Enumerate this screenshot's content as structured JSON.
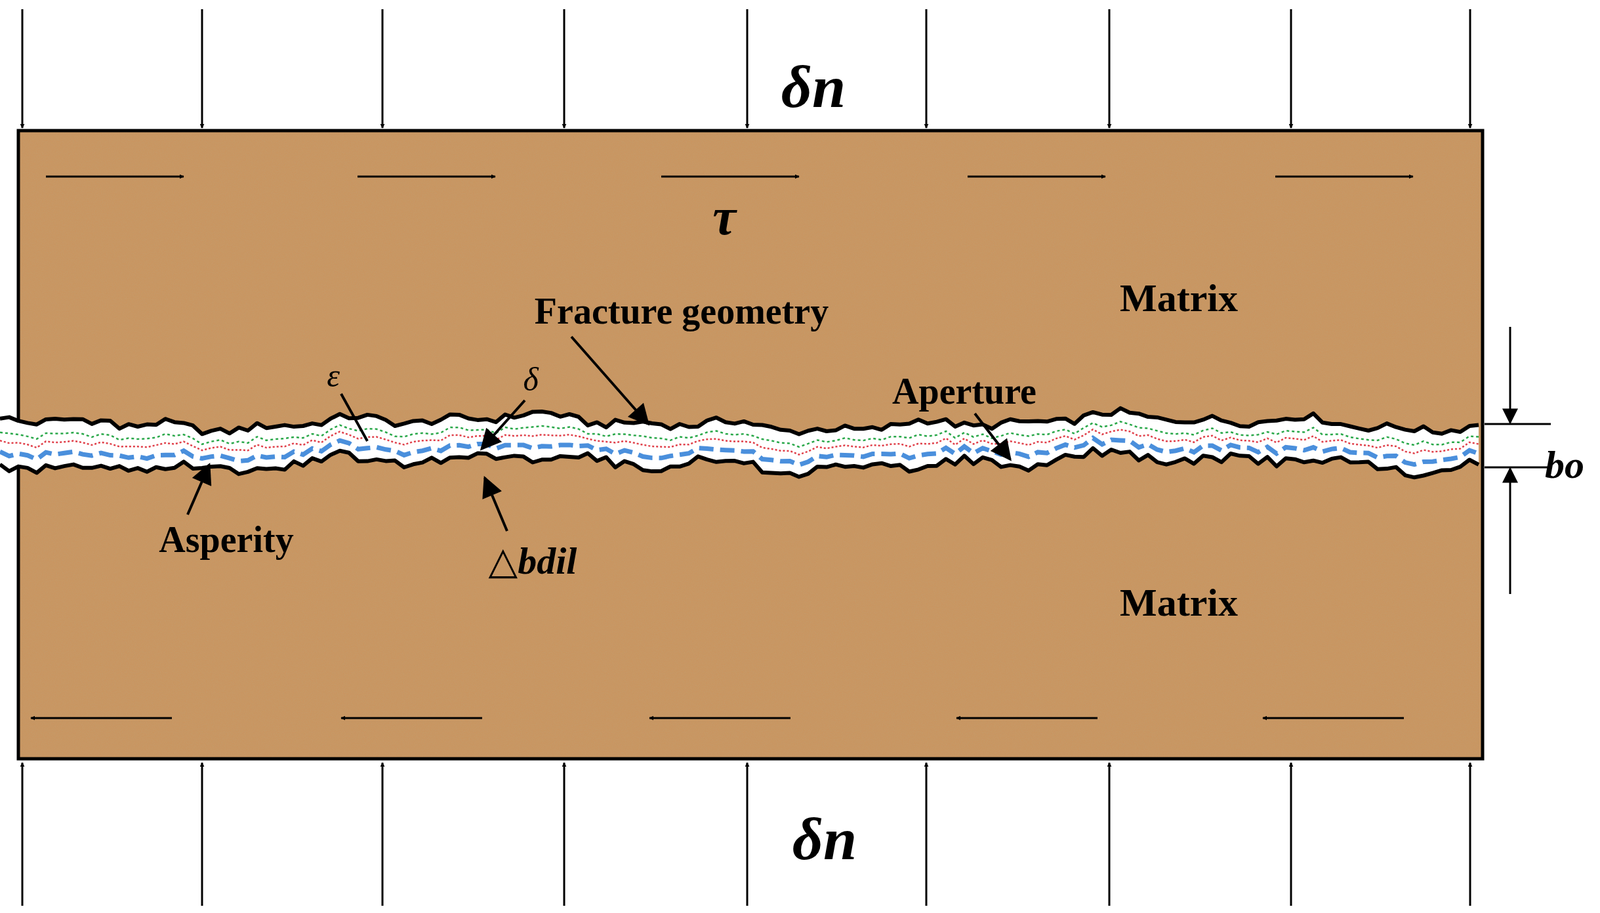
{
  "diagram": {
    "labels": [
      "δn",
      "τ",
      "Matrix",
      "Fracture geometry",
      "ε",
      "δ",
      "Aperture",
      "Matrix",
      "Asperity",
      "△bdil",
      "bo",
      "δn"
    ]
  }
}
